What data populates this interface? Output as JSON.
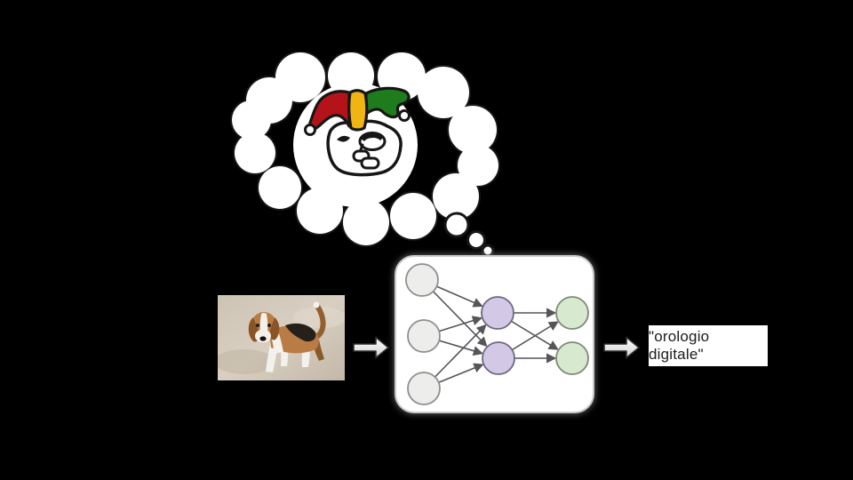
{
  "theme": {
    "bg": "#000000",
    "ink": "#161616",
    "cloud-fill": "#ffffff",
    "hat-red": "#b41419",
    "hat-yellow": "#f0b513",
    "hat-green": "#1e7c1c",
    "box-fill": "#ffffff",
    "box-stroke": "#c9c9c9",
    "node-input": "#ededeb",
    "node-input-stroke": "#8f8f8f",
    "node-hidden": "#d3c9e6",
    "node-hidden-stroke": "#6e6880",
    "node-output": "#d7e9cf",
    "node-output-stroke": "#7c8a74",
    "edge": "#55555a",
    "arrow-stroke": "#2e2e2e",
    "label-bg": "#ffffff",
    "label-text": "#1b1b1b"
  },
  "diagram": {
    "thought_bubble": {
      "icon": "thought-bubble-icon",
      "content_icon": "jester-face-icon",
      "hat_colors": [
        "#b41419",
        "#f0b513",
        "#1e7c1c"
      ]
    },
    "input_image": {
      "icon": "beagle-photo",
      "description": "beagle dog walking on sand"
    },
    "network": {
      "icon": "neural-network-diagram",
      "layers": [
        {
          "name": "input",
          "nodes": 3,
          "color": "#ededeb"
        },
        {
          "name": "hidden",
          "nodes": 2,
          "color": "#d3c9e6"
        },
        {
          "name": "output",
          "nodes": 2,
          "color": "#d7e9cf"
        }
      ],
      "connections": "fully-connected with arrowheads"
    },
    "arrows": {
      "icon": "right-block-arrow-icon",
      "count": 2
    },
    "output_label": {
      "text": "\"orologio digitale\""
    }
  }
}
